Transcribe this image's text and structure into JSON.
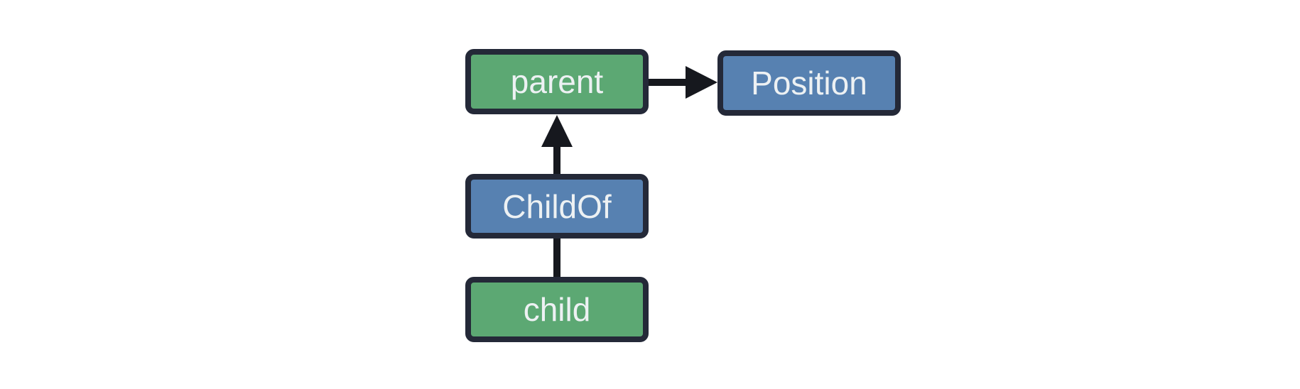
{
  "diagram": {
    "background_color": "#ffffff",
    "nodes": [
      {
        "id": "parent",
        "label": "parent",
        "fill_color": "#5ca873"
      },
      {
        "id": "Position",
        "label": "Position",
        "fill_color": "#5781b1"
      },
      {
        "id": "ChildOf",
        "label": "ChildOf",
        "fill_color": "#5781b1"
      },
      {
        "id": "child",
        "label": "child",
        "fill_color": "#5ca873"
      }
    ],
    "edges": [
      {
        "from": "parent",
        "to": "Position",
        "style": "arrow",
        "direction": "right"
      },
      {
        "from": "ChildOf",
        "to": "parent",
        "style": "arrow",
        "direction": "up"
      },
      {
        "from": "child",
        "to": "ChildOf",
        "style": "plain-line",
        "direction": "up"
      }
    ],
    "colors": {
      "node_border": "#242938",
      "edge": "#16181e",
      "node_text": "#edf1f3"
    }
  }
}
